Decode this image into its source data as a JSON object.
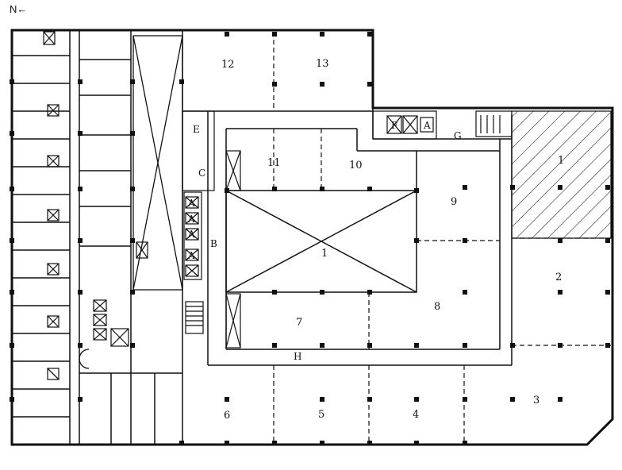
{
  "north": "N←",
  "units": [
    "1",
    "2",
    "3",
    "4",
    "5",
    "6",
    "7",
    "8",
    "9",
    "10",
    "11",
    "12",
    "13"
  ],
  "letters": [
    "A",
    "A",
    "A",
    "A",
    "A",
    "B",
    "C",
    "E",
    "F",
    "G",
    "H"
  ],
  "hatch_color": "#222222",
  "line_color": "#111111"
}
